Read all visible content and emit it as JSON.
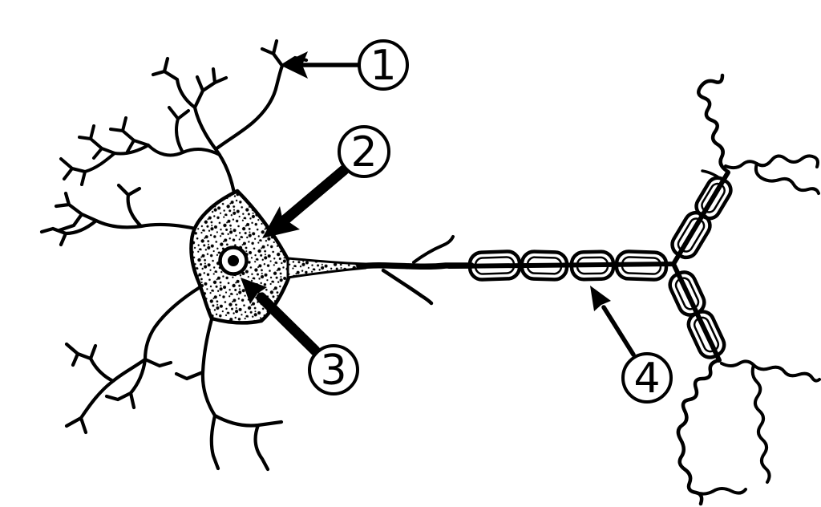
{
  "figure": {
    "background_color": "#ffffff",
    "ink_color": "#000000",
    "labels": [
      {
        "number": "1"
      },
      {
        "number": "2"
      },
      {
        "number": "3"
      },
      {
        "number": "4"
      }
    ]
  }
}
